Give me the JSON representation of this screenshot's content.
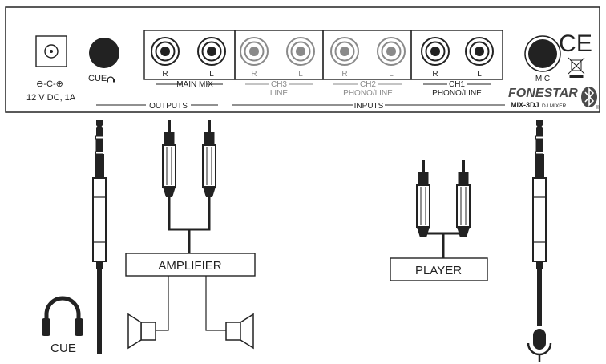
{
  "panel": {
    "power_polarity": "⊖-C-⊕",
    "power_label": "12 V DC, 1A",
    "cue_label": "CUE",
    "mic_label": "MIC",
    "main_mix": {
      "label": "MAIN MIX",
      "r": "R",
      "l": "L"
    },
    "ch3": {
      "label": "CH3",
      "sub": "LINE",
      "r": "R",
      "l": "L"
    },
    "ch2": {
      "label": "CH2",
      "sub": "PHONO/LINE",
      "r": "R",
      "l": "L"
    },
    "ch1": {
      "label": "CH1",
      "sub": "PHONO/LINE",
      "r": "R",
      "l": "L"
    },
    "outputs_label": "OUTPUTS",
    "inputs_label": "INPUTS",
    "ce_mark": "CE",
    "brand": "FONESTAR",
    "model": "MIX-3DJ",
    "model_sub": "DJ MIXER",
    "registered": "®"
  },
  "connections": {
    "amplifier_label": "AMPLIFIER",
    "player_label": "PLAYER",
    "cue_label": "CUE"
  },
  "colors": {
    "line": "#222222",
    "inactive": "#8a8a8a",
    "background": "#ffffff"
  }
}
